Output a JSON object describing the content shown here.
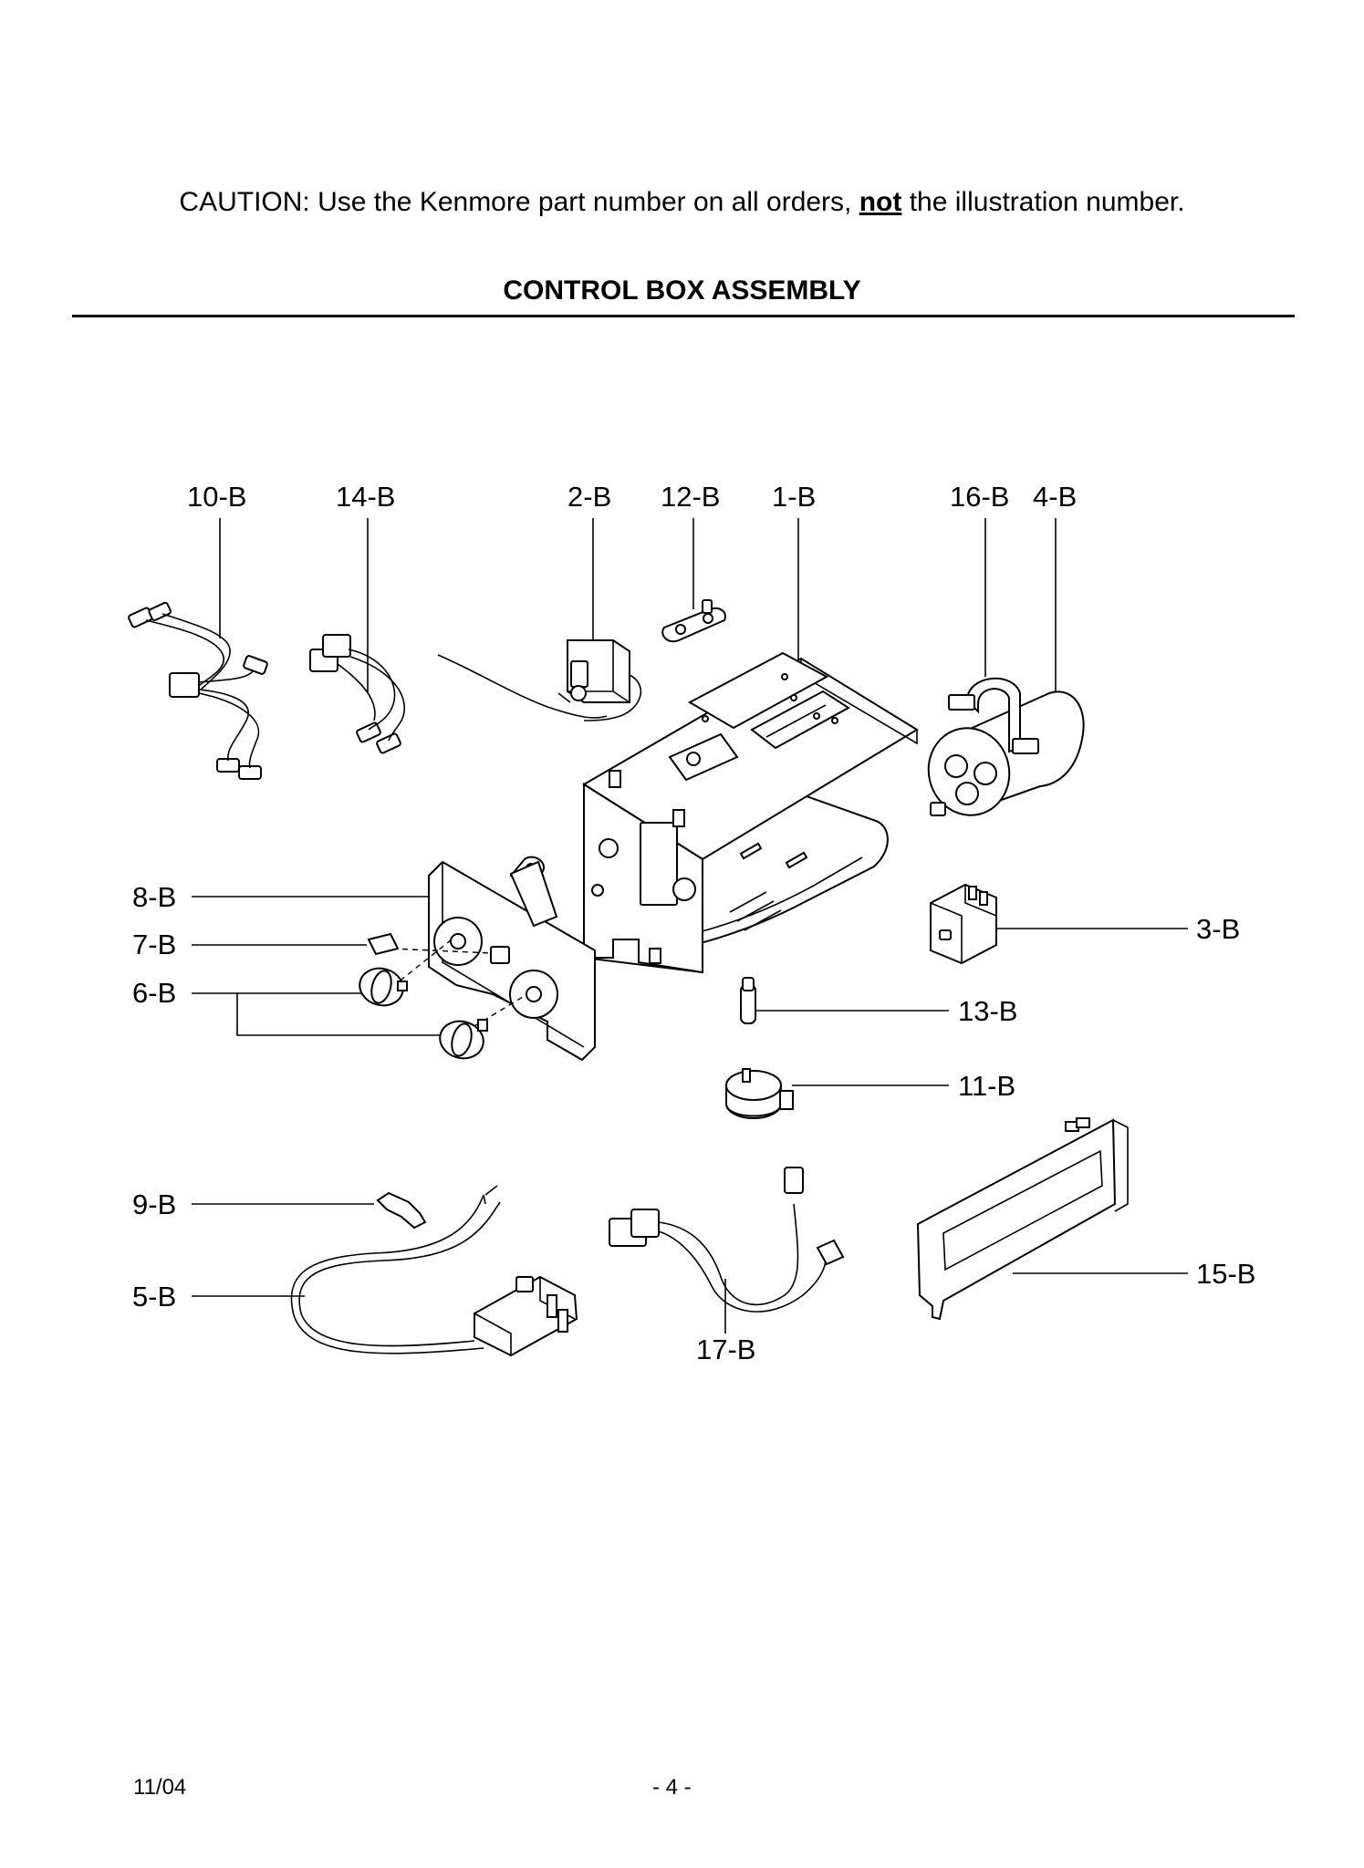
{
  "header": {
    "caution_prefix": "CAUTION: Use the Kenmore part number on all orders,",
    "caution_emphasis": "not",
    "caution_suffix": "the illustration number.",
    "title": "CONTROL BOX ASSEMBLY"
  },
  "callouts": {
    "c10": "10-B",
    "c14": "14-B",
    "c2": "2-B",
    "c12": "12-B",
    "c1": "1-B",
    "c16": "16-B",
    "c4": "4-B",
    "c8": "8-B",
    "c7": "7-B",
    "c6": "6-B",
    "c3": "3-B",
    "c13": "13-B",
    "c11": "11-B",
    "c9": "9-B",
    "c5": "5-B",
    "c15": "15-B",
    "c17": "17-B"
  },
  "footer": {
    "date": "11/04",
    "page": "- 4 -"
  }
}
